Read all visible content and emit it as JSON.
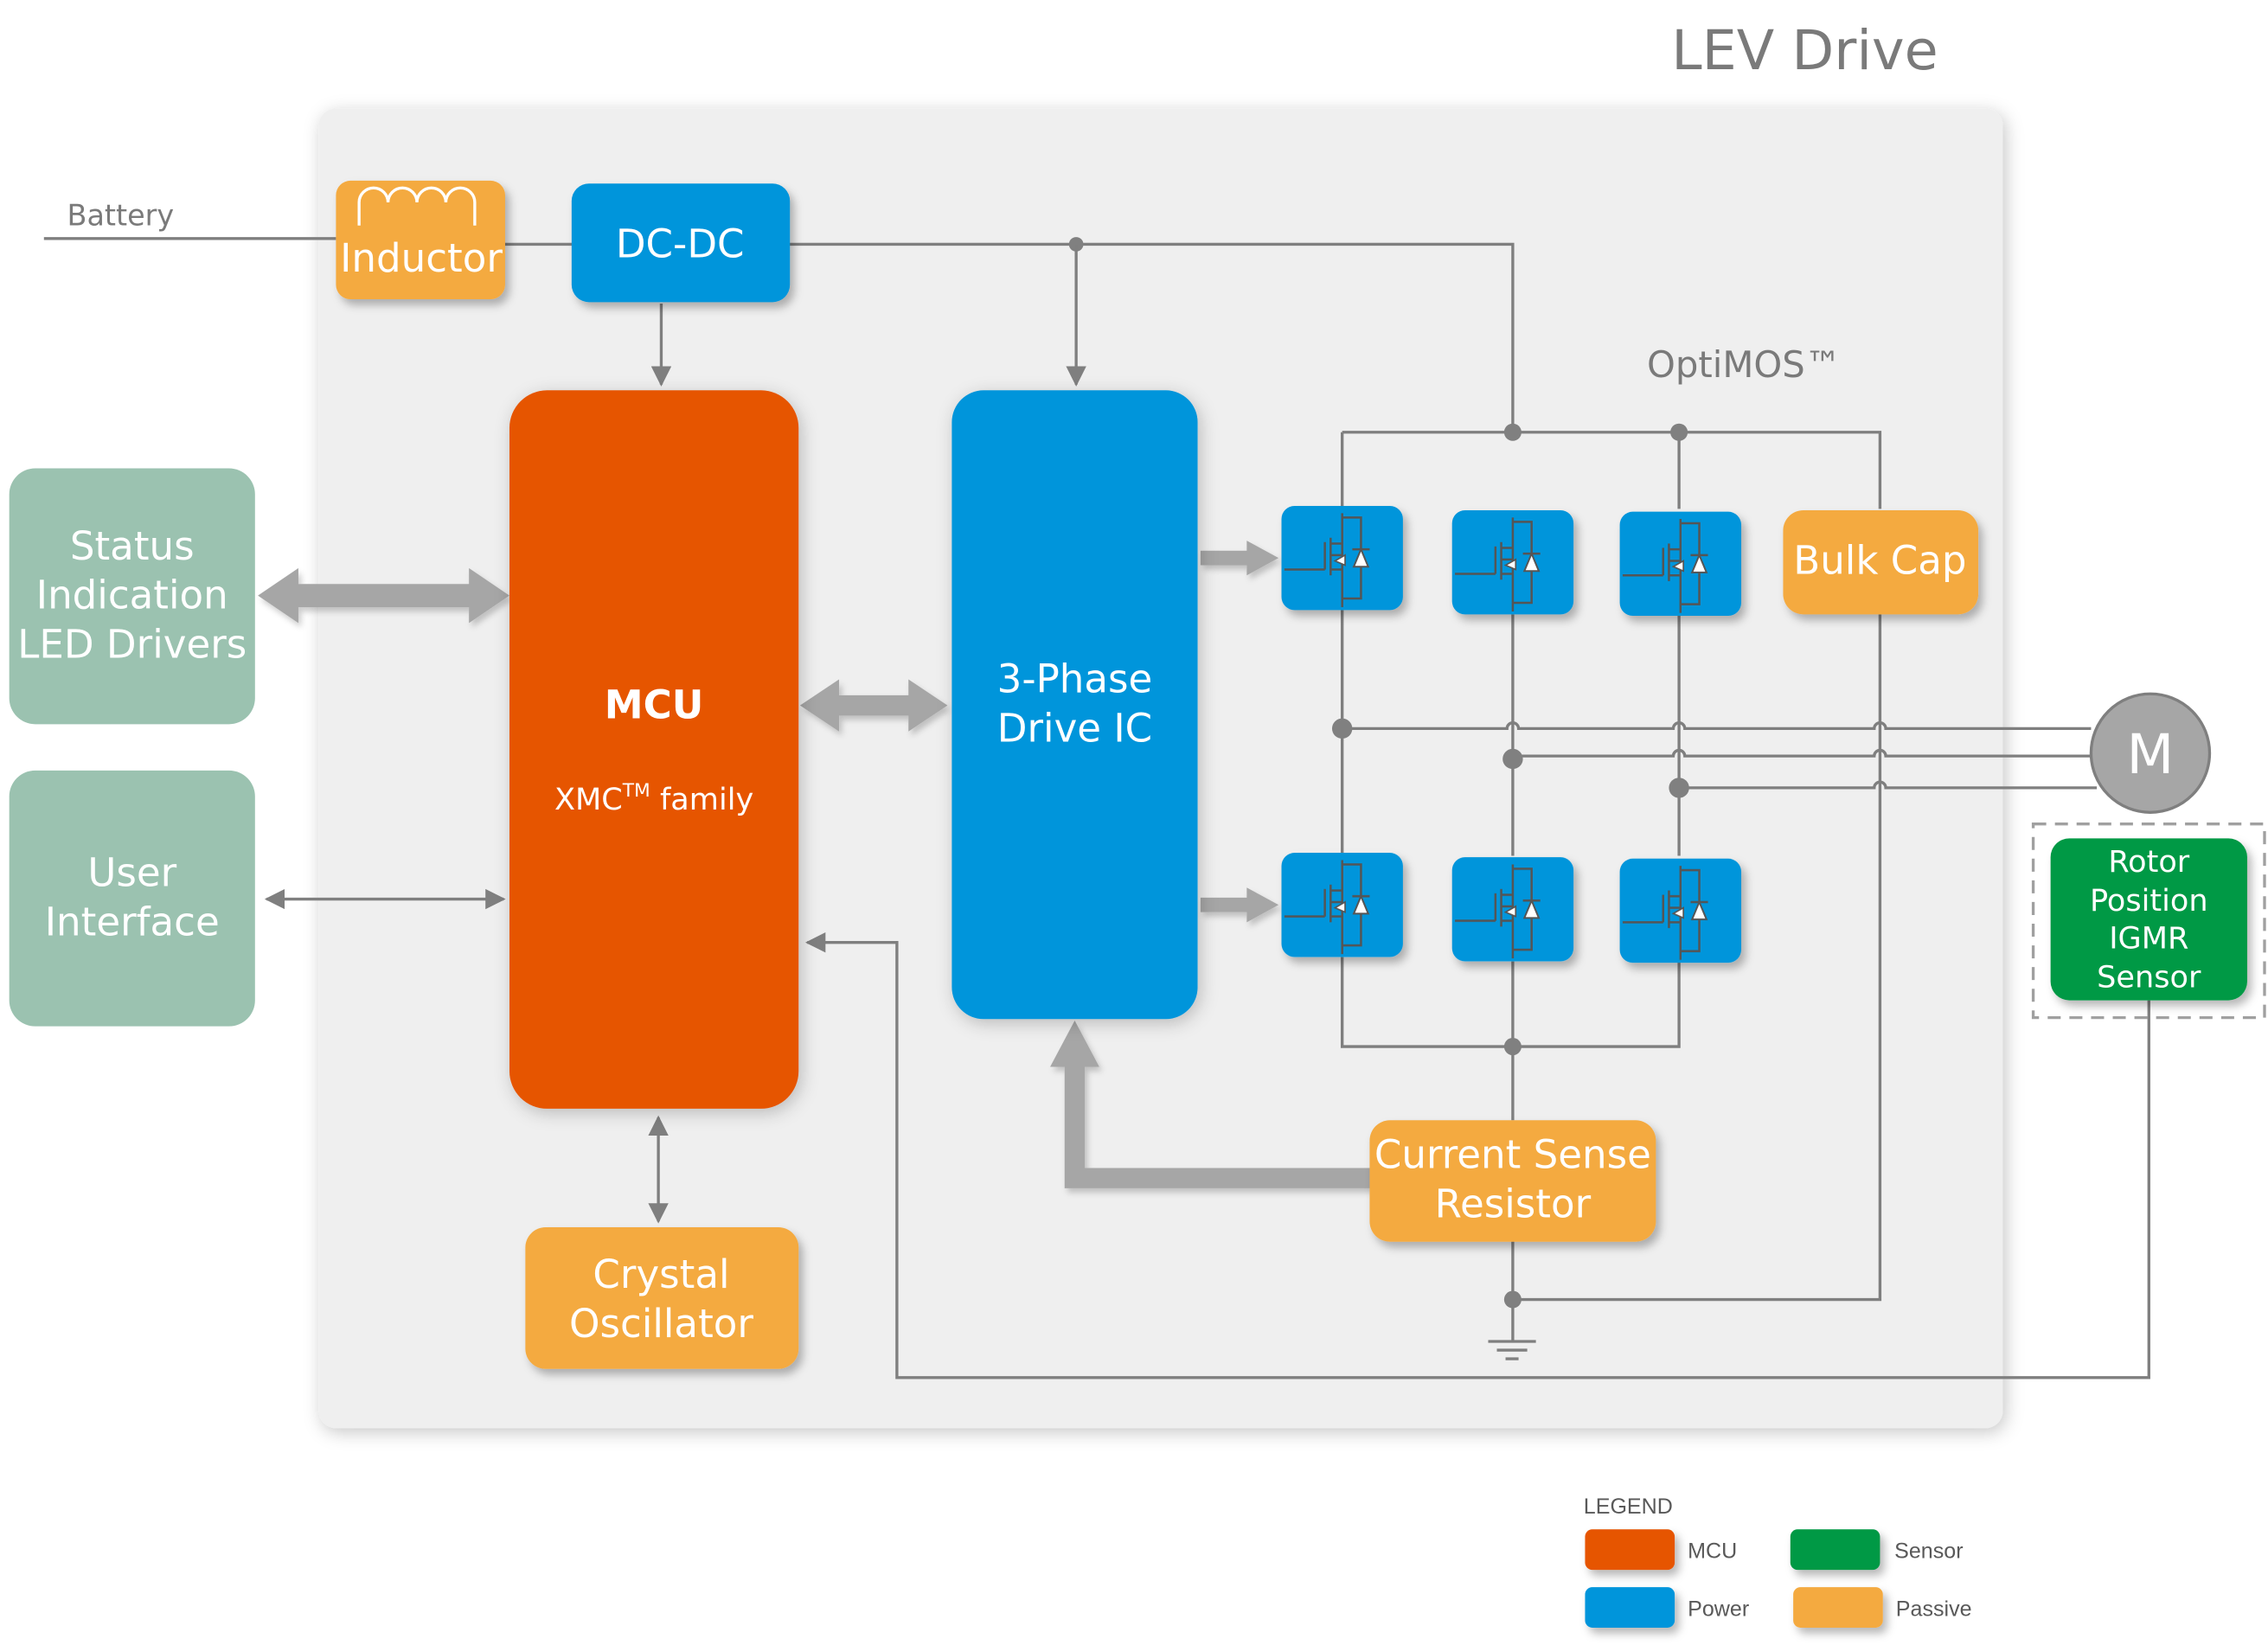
{
  "title": "LEV Drive",
  "colors": {
    "mcu": "#e65504",
    "power": "#0095db",
    "sensor": "#009945",
    "passive": "#f4aa40",
    "interface": "#9bc2b0",
    "motor": "#a6a6a6",
    "wire": "#7f7f7f",
    "panel": "#efefef"
  },
  "inputs": {
    "battery": "Battery"
  },
  "blocks": {
    "inductor": "Inductor",
    "dcdc": "DC-DC",
    "mcu_title": "MCU",
    "mcu_sub": "XMC",
    "mcu_tm": "TM",
    "mcu_sub2": " family",
    "drive_ic_line1": "3-Phase",
    "drive_ic_line2": "Drive IC",
    "optimos": "OptiMOS™",
    "bulk_cap": "Bulk Cap",
    "current_sense_line1": "Current Sense",
    "current_sense_line2": "Resistor",
    "crystal_line1": "Crystal",
    "crystal_line2": "Oscillator",
    "motor": "M",
    "status_line1": "Status",
    "status_line2": "Indication",
    "status_line3": "LED Drivers",
    "ui_line1": "User",
    "ui_line2": "Interface",
    "rotor_line1": "Rotor",
    "rotor_line2": "Position",
    "rotor_line3": "IGMR",
    "rotor_line4": "Sensor"
  },
  "legend": {
    "title": "LEGEND",
    "items": [
      {
        "label": "MCU",
        "color": "#e65504"
      },
      {
        "label": "Sensor",
        "color": "#009945"
      },
      {
        "label": "Power",
        "color": "#0095db"
      },
      {
        "label": "Passive",
        "color": "#f4aa40"
      }
    ]
  }
}
